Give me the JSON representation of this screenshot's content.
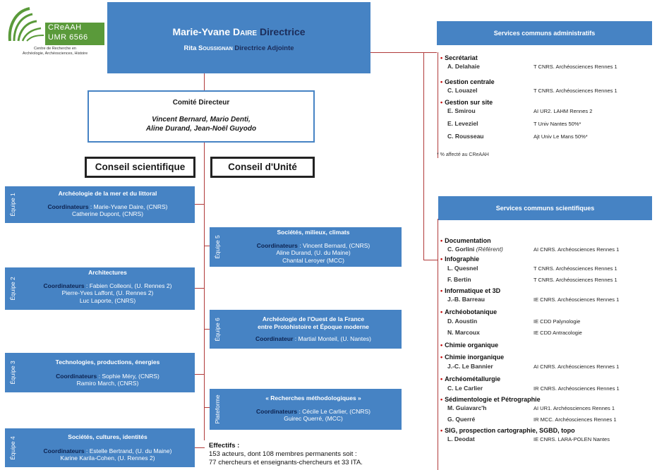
{
  "colors": {
    "box_blue": "#4683c4",
    "line_red": "#b03a3a",
    "bullet_red": "#c00000",
    "logo_green": "#5a9a3a"
  },
  "logo": {
    "name": "CReAAH",
    "unit": "UMR 6566",
    "caption_1": "Centre de Recherche en",
    "caption_2": "Archéologie, Archéosciences, Histoire"
  },
  "director": {
    "name_first": "Marie-Yvane",
    "name_last": "Daire",
    "role": "Directrice",
    "deputy_first": "Rita",
    "deputy_last": "Soussignan",
    "deputy_role": "Directrice Adjointe"
  },
  "comite": {
    "title": "Comité Directeur",
    "members_1": "Vincent Bernard, Mario Denti,",
    "members_2": "Aline Durand, Jean-Noël Guyodo"
  },
  "conseils": {
    "scientifique": "Conseil scientifique",
    "unite": "Conseil d'Unité"
  },
  "teams": [
    {
      "tab": "Équipe 1",
      "title": "Archéologie de la mer et du littoral",
      "coord_label": "Coordinateurs",
      "lines": [
        "Marie-Yvane Daire, (CNRS)",
        "Catherine Dupont, (CNRS)"
      ]
    },
    {
      "tab": "Équipe 2",
      "title": "Architectures",
      "coord_label": "Coordinateurs",
      "lines": [
        "Fabien Colleoni, (U. Rennes 2)",
        "Pierre-Yves Laffont, (U. Rennes 2)",
        "Luc Laporte, (CNRS)"
      ]
    },
    {
      "tab": "Équipe 3",
      "title": "Technologies, productions, énergies",
      "coord_label": "Coordinateurs",
      "lines": [
        "Sophie Méry, (CNRS)",
        "Ramiro March, (CNRS)"
      ]
    },
    {
      "tab": "Équipe 4",
      "title": "Sociétés, cultures, identités",
      "coord_label": "Coordinateurs",
      "lines": [
        "Estelle Bertrand, (U. du Maine)",
        "Karine Karila-Cohen, (U. Rennes 2)"
      ]
    },
    {
      "tab": "Équipe 5",
      "title": "Sociétés, milieux, climats",
      "coord_label": "Coordinateurs",
      "lines": [
        "Vincent Bernard, (CNRS)",
        "Aline Durand, (U. du Maine)",
        "Chantal Leroyer (MCC)"
      ]
    },
    {
      "tab": "Équipe 6",
      "title_1": "Archéologie de l'Ouest de la France",
      "title_2": "entre Protohistoire et Époque moderne",
      "coord_label": "Coordinateur",
      "lines": [
        "Martial Monteil, (U. Nantes)"
      ]
    },
    {
      "tab": "Plateforme",
      "title": "« Recherches méthodologiques »",
      "coord_label": "Coordinateurs",
      "lines": [
        "Cécile Le Carlier, (CNRS)",
        "Guirec Querré, (MCC)"
      ]
    }
  ],
  "effectifs": {
    "heading": "Effectifs :",
    "line_1": "153 acteurs, dont 108 membres permanents soit :",
    "line_2": "77 chercheurs et enseignants-chercheurs et 33 ITA."
  },
  "services_admin": {
    "title": "Services communs administratifs",
    "note": "* % affecté au CReAAH",
    "cats": [
      {
        "label": "Secrétariat",
        "people": [
          {
            "name": "A. Delahaie",
            "aff": "T CNRS. Archéosciences Rennes 1"
          }
        ]
      },
      {
        "label": "Gestion centrale",
        "people": [
          {
            "name": "C. Louazel",
            "aff": "T CNRS. Archéosciences Rennes 1"
          }
        ]
      },
      {
        "label": "Gestion sur site",
        "people": [
          {
            "name": "E. Smirou",
            "aff": "AI UR2. LAHM Rennes 2"
          },
          {
            "name": "E. Leveziel",
            "aff": "T Univ Nantes 50%*"
          },
          {
            "name": "C. Rousseau",
            "aff": "Ajt Univ Le Mans 50%*"
          }
        ]
      }
    ]
  },
  "services_sci": {
    "title": "Services communs scientifiques",
    "cats": [
      {
        "label": "Documentation",
        "people": [
          {
            "name": "C. Gorlini",
            "ref": "(Référent)",
            "aff": "AI CNRS. Archéosciences Rennes 1"
          }
        ]
      },
      {
        "label": "Infographie",
        "people": [
          {
            "name": "L. Quesnel",
            "aff": "T CNRS. Archéosciences Rennes 1"
          },
          {
            "name": "F. Bertin",
            "aff": "T CNRS. Archéosciences Rennes 1"
          }
        ]
      },
      {
        "label": "Informatique et 3D",
        "people": [
          {
            "name": "J.-B. Barreau",
            "aff": "IE CNRS. Archéosciences Rennes 1"
          }
        ]
      },
      {
        "label": "Archéobotanique",
        "people": [
          {
            "name": "D. Aoustin",
            "aff": "IE CDD Palynologie"
          },
          {
            "name": "N. Marcoux",
            "aff": "IE CDD Antracologie"
          }
        ]
      },
      {
        "label": "Chimie organique",
        "people": []
      },
      {
        "label": "Chimie inorganique",
        "people": [
          {
            "name": "J.-C. Le Bannier",
            "aff": "AI CNRS. Archéosciences Rennes 1"
          }
        ]
      },
      {
        "label": "Archéométallurgie",
        "people": [
          {
            "name": "C. Le Carlier",
            "aff": "IR CNRS. Archéosciences Rennes 1"
          }
        ]
      },
      {
        "label": "Sédimentologie et Pétrographie",
        "people": [
          {
            "name": "M. Guiavarc'h",
            "aff": "AI UR1. Archéosciences Rennes 1"
          },
          {
            "name": "G. Querré",
            "aff": "IR MCC. Archéosciences Rennes 1"
          }
        ]
      },
      {
        "label": "SIG, prospection cartographie, SGBD, topo",
        "people": [
          {
            "name": "L. Deodat",
            "aff": "IE CNRS. LARA-POLEN Nantes"
          }
        ]
      }
    ]
  }
}
